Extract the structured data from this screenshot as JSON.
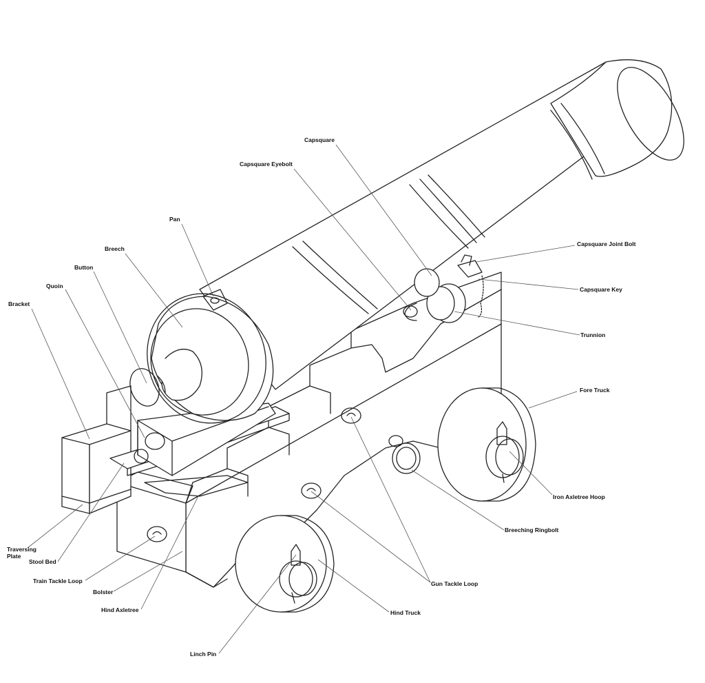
{
  "diagram": {
    "labels": {
      "capsquare": "Capsquare",
      "capsquare_eyebolt": "Capsquare Eyebolt",
      "pan": "Pan",
      "breech": "Breech",
      "button": "Button",
      "quoin": "Quoin",
      "bracket": "Bracket",
      "capsquare_joint_bolt": "Capsquare Joint Bolt",
      "capsquare_key": "Capsquare Key",
      "trunnion": "Trunnion",
      "fore_truck": "Fore Truck",
      "iron_axletree_hoop": "Iron Axletree Hoop",
      "breeching_ringbolt": "Breeching Ringbolt",
      "gun_tackle_loop": "Gun Tackle Loop",
      "hind_truck": "Hind Truck",
      "linch_pin": "Linch Pin",
      "hind_axletree": "Hind Axletree",
      "bolster": "Bolster",
      "train_tackle_loop": "Train Tackle Loop",
      "stool_bed": "Stool Bed",
      "traversing_plate": "Traversing Plate"
    }
  }
}
